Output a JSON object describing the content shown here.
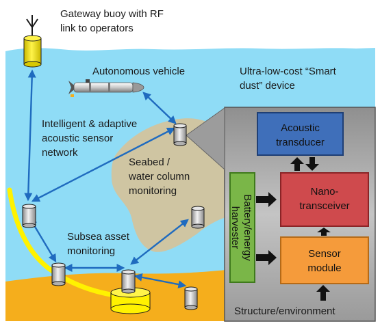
{
  "labels": {
    "gateway_line1": "Gateway buoy with RF",
    "gateway_line2": "link to operators",
    "autonomous_vehicle": "Autonomous vehicle",
    "smart_dust_line1": "Ultra-low-cost “Smart",
    "smart_dust_line2": "dust” device",
    "network_line1": "Intelligent & adaptive",
    "network_line2": "acoustic sensor",
    "network_line3": "network",
    "seabed_line1": "Seabed /",
    "seabed_line2": "water column",
    "seabed_line3": "monitoring",
    "subsea_line1": "Subsea asset",
    "subsea_line2": "monitoring",
    "structure": "Structure/environment"
  },
  "device": {
    "acoustic_line1": "Acoustic",
    "acoustic_line2": "transducer",
    "nano_line1": "Nano-",
    "nano_line2": "transceiver",
    "sensor_line1": "Sensor",
    "sensor_line2": "module",
    "battery_line1": "Battery/energy",
    "battery_line2": "harvester"
  },
  "colors": {
    "water": "#8fdcf6",
    "seabed": "#f5ae1c",
    "patch": "#cfc5a2",
    "panel": "#a6a6a6",
    "acoustic": "#3f6fba",
    "nano": "#cf4a4d",
    "sensor": "#f59b3b",
    "battery": "#7ab648",
    "link": "#1f6bbf",
    "cable": "#fff200"
  }
}
